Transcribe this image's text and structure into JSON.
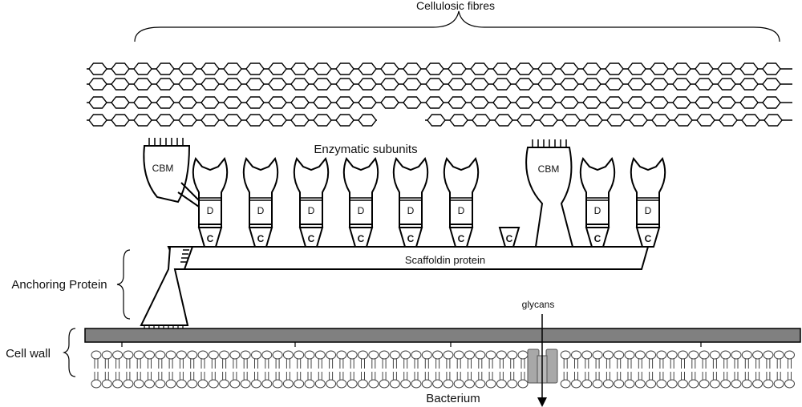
{
  "labels": {
    "cellulosic_fibres": "Cellulosic fibres",
    "enzymatic_subunits": "Enzymatic subunits",
    "cbm": "CBM",
    "dockerin": "D",
    "cohesin": "C",
    "scaffoldin_protein": "Scaffoldin protein",
    "anchoring_protein": "Anchoring Protein",
    "cell_wall": "Cell wall",
    "glycans": "glycans",
    "bacterium": "Bacterium"
  },
  "colors": {
    "line": "#000000",
    "cell_wall_fill": "#808080",
    "transporter_fill": "#a8a8a8",
    "background": "#ffffff"
  }
}
